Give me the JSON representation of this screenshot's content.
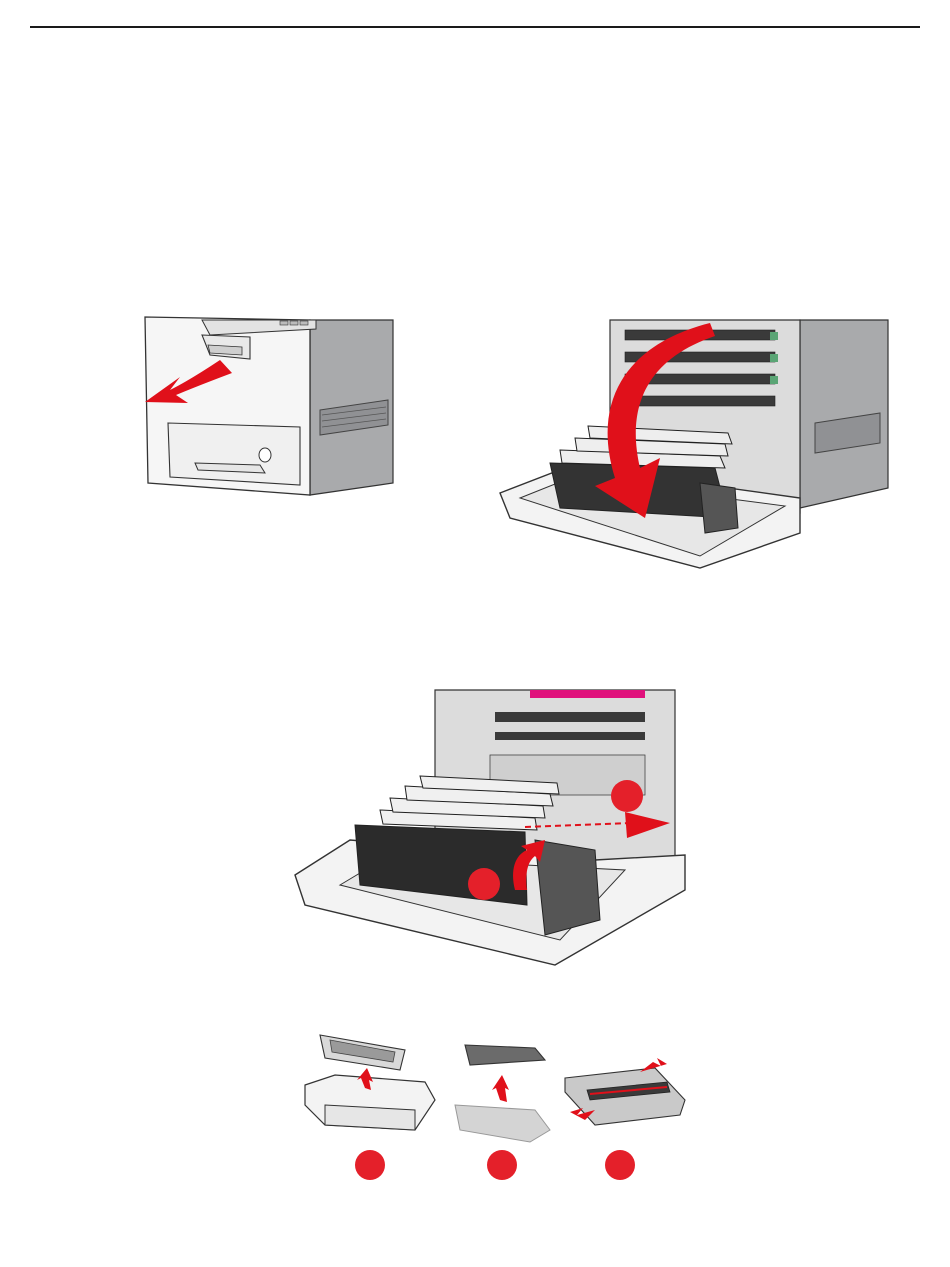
{
  "page": {
    "header_rule": true
  },
  "colors": {
    "accent_red": "#e4202a",
    "arrow_red": "#e0101a",
    "magenta": "#e0117c",
    "printer_body": "#f6f6f6",
    "printer_side": "#a9aaac",
    "printer_dark": "#2b2b2b",
    "outline": "#333333"
  },
  "figures": [
    {
      "name": "open-front-door",
      "icon": "arrow-pull-icon"
    },
    {
      "name": "lower-front-door",
      "icon": "arrow-curve-down-icon"
    },
    {
      "name": "remove-photoconductor-kit",
      "icon": "arrow-lift-and-pull-icon",
      "callouts": 2
    },
    {
      "name": "unpack-new-kit",
      "callouts": 3
    }
  ]
}
